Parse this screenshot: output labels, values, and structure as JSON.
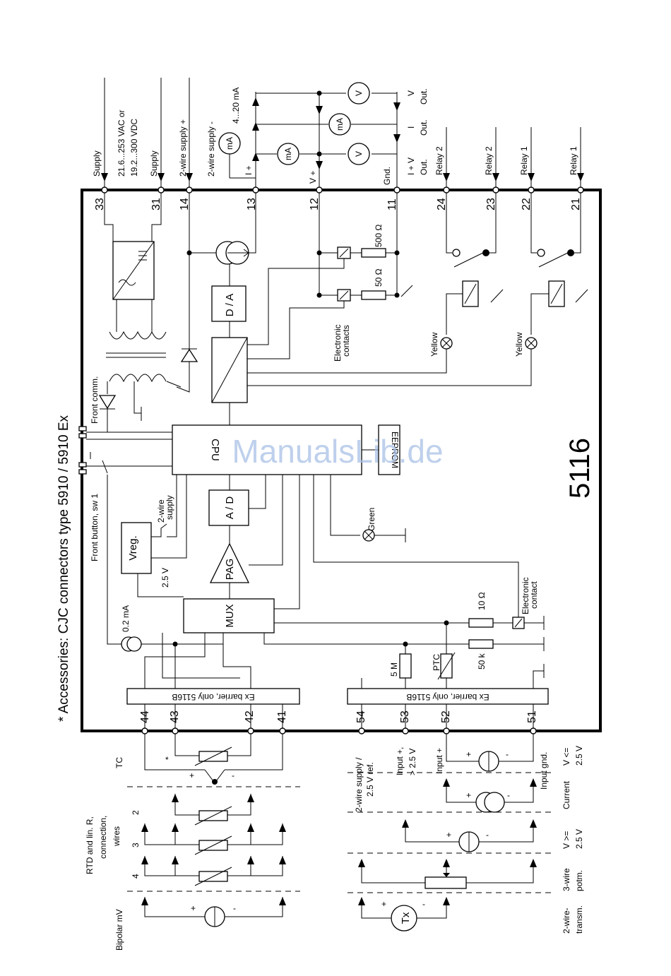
{
  "title": "* Accessories: CJC connectors type 5910 / 5910 Ex",
  "model": "5116",
  "watermark": "ManualsLib.de",
  "terminals": {
    "t33": "33",
    "t31": "31",
    "t14": "14",
    "t13": "13",
    "t12": "12",
    "t11": "11",
    "t24": "24",
    "t23": "23",
    "t22": "22",
    "t21": "21",
    "t44": "44",
    "t43": "43",
    "t42": "42",
    "t41": "41",
    "t54": "54",
    "t53": "53",
    "t52": "52",
    "t51": "51"
  },
  "top_labels": {
    "supply_a": "Supply",
    "vac": "21.6...253 VAC or",
    "vdc": "19.2...300 VDC",
    "supply_b": "Supply",
    "two_wire_plus": "2-wire supply +",
    "two_wire_minus": "2-wire supply -",
    "ma_range": "4...20 mA",
    "i_plus": "I +",
    "v_plus": "V +",
    "gnd": "Gnd.",
    "iv_out_1": "I + V",
    "iv_out_2": "Out.",
    "i_out_1": "I",
    "i_out_2": "Out.",
    "v_out_1": "V",
    "v_out_2": "Out.",
    "relay2_a": "Relay 2",
    "relay2_b": "Relay 2",
    "relay1_a": "Relay 1",
    "relay1_b": "Relay 1"
  },
  "meters": {
    "ma": "mA",
    "v": "V"
  },
  "blocks": {
    "da": "D / A",
    "ad": "A / D",
    "cpu": "CPU",
    "eeprom": "EEPROM",
    "vreg": "Vreg.",
    "pag": "PAG",
    "mux": "MUX",
    "exbar1": "Ex barrier, only 5116B",
    "exbar2": "Ex barrier, only 5116B",
    "tx": "Tx"
  },
  "internal_labels": {
    "r500": "500 Ω",
    "r50": "50 Ω",
    "elec_contacts_1": "Electronic",
    "elec_contacts_2": "contacts",
    "yellow_1": "Yellow",
    "yellow_2": "Yellow",
    "green": "Green",
    "front_comm": "Front comm.",
    "front_button": "Front button, sw 1",
    "two_wire_supply_1": "2-wire",
    "two_wire_supply_2": "supply",
    "v25": "2.5 V",
    "ma02": "0.2 mA",
    "r10": "10 Ω",
    "r50k": "50 k",
    "r5m": "5 M",
    "ptc": "PTC",
    "elec_contact_1": "Electronic",
    "elec_contact_2": "contact",
    "star": "*"
  },
  "bottom_labels": {
    "tc": "TC",
    "rtd_1": "RTD and lin. R,",
    "rtd_2": "connection,",
    "rtd_3": "wires",
    "w2": "2",
    "w3": "3",
    "w4": "4",
    "bipolar": "Bipolar mV",
    "plus": "+",
    "minus": "-",
    "supply54_1": "2-wire supply /",
    "supply54_2": "2.5 V ref.",
    "in53_1": "Input +,",
    "in53_2": "> 2.5 V",
    "in52": "Input +",
    "ingnd": "Input gnd.",
    "vle_1": "V <=",
    "vle_2": "2.5 V",
    "current": "Current",
    "vge_1": "V >=",
    "vge_2": "2.5 V",
    "potm_1": "3-wire",
    "potm_2": "potm.",
    "transm_1": "2-wire-",
    "transm_2": "transm."
  }
}
